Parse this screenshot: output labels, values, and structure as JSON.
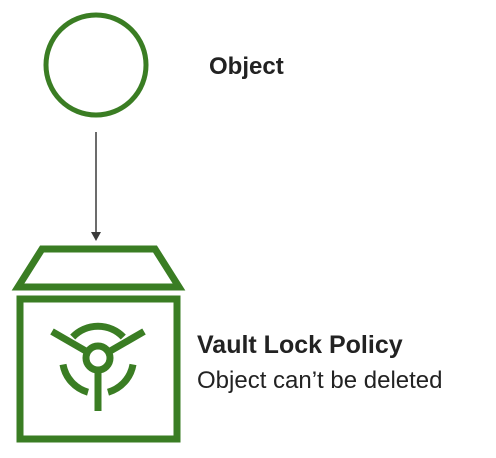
{
  "colors": {
    "accent": "#3a7d23",
    "arrow": "#3a3a3a",
    "text": "#222222"
  },
  "nodes": {
    "object": {
      "icon": "circle-icon",
      "label": "Object"
    },
    "vault": {
      "icon": "vault-lock-icon",
      "title": "Vault Lock Policy",
      "subtitle": "Object can’t be deleted"
    }
  },
  "edges": [
    {
      "from": "object",
      "to": "vault"
    }
  ]
}
